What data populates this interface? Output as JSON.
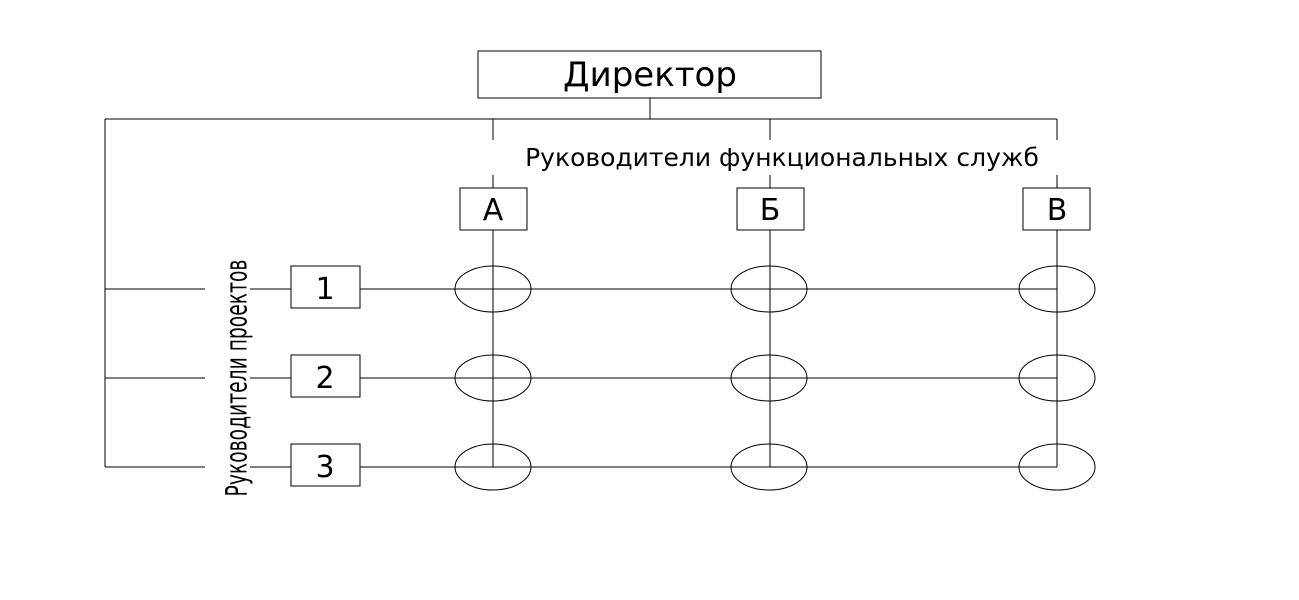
{
  "director": {
    "label": "Директор"
  },
  "functional_heads": {
    "label": "Руководители функциональных служб",
    "units": [
      "А",
      "Б",
      "В"
    ]
  },
  "project_heads": {
    "label": "Руководители проектов",
    "projects": [
      "1",
      "2",
      "3"
    ]
  }
}
